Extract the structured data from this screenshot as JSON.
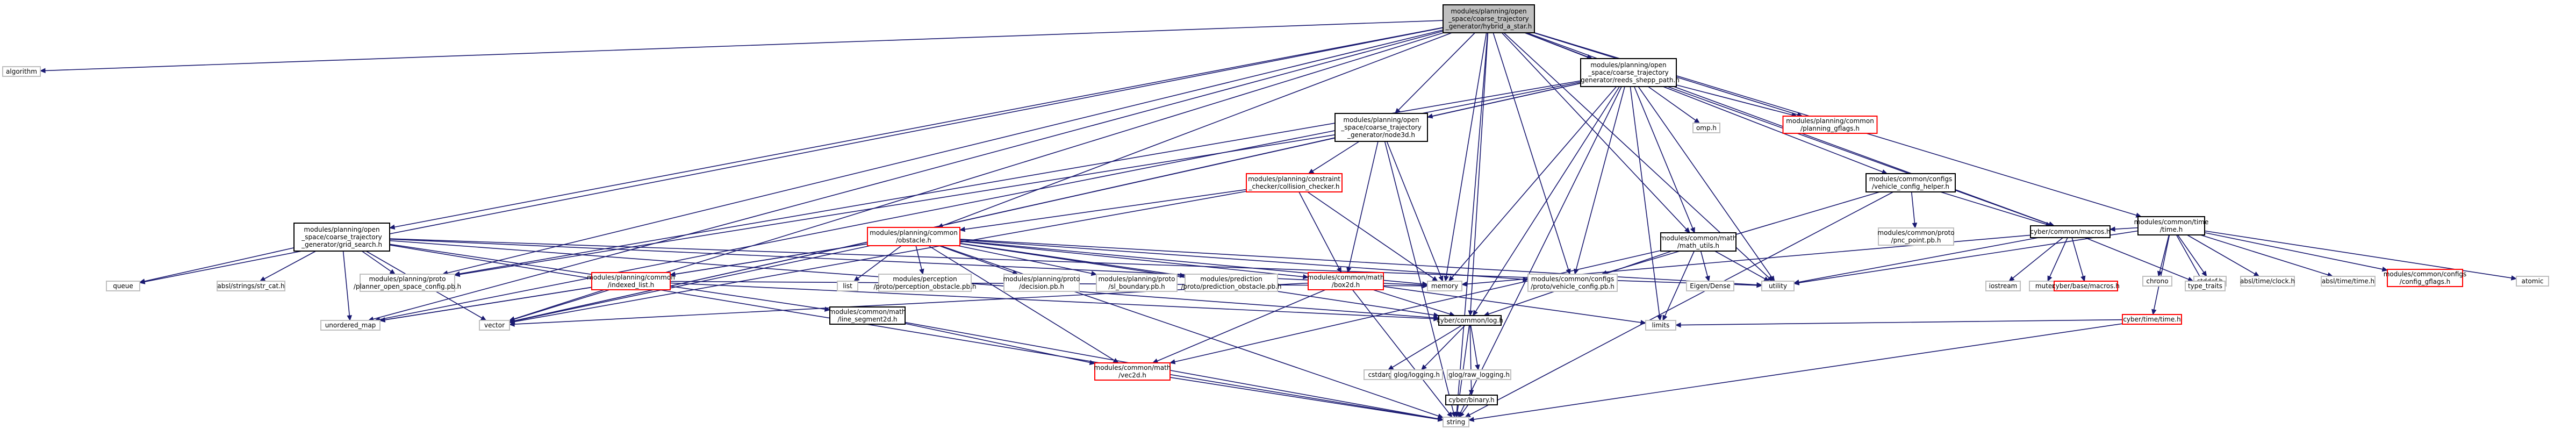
{
  "graph": {
    "colors": {
      "root_fill": "#bfbfbf",
      "node_border": "#000000",
      "undocumented_border": "#ff0000",
      "external_border": "#bfbfbf",
      "edge": "#191970",
      "text": "#000000"
    },
    "nodes": [
      {
        "id": "root",
        "lines": [
          "modules/planning/open",
          "_space/coarse_trajectory",
          "_generator/hybrid_a_star.h"
        ],
        "style": "root"
      },
      {
        "id": "algorithm",
        "lines": [
          "algorithm"
        ],
        "style": "external"
      },
      {
        "id": "reeds_shepp",
        "lines": [
          "modules/planning/open",
          "_space/coarse_trajectory",
          "_generator/reeds_shepp_path.h"
        ],
        "style": "normal"
      },
      {
        "id": "omp",
        "lines": [
          "omp.h"
        ],
        "style": "external"
      },
      {
        "id": "planning_gflags",
        "lines": [
          "modules/planning/common",
          "/planning_gflags.h"
        ],
        "style": "undocumented"
      },
      {
        "id": "node3d",
        "lines": [
          "modules/planning/open",
          "_space/coarse_trajectory",
          "_generator/node3d.h"
        ],
        "style": "normal"
      },
      {
        "id": "collision_checker",
        "lines": [
          "modules/planning/constraint",
          "_checker/collision_checker.h"
        ],
        "style": "undocumented"
      },
      {
        "id": "vehicle_config_helper",
        "lines": [
          "modules/common/configs",
          "/vehicle_config_helper.h"
        ],
        "style": "normal"
      },
      {
        "id": "time_h",
        "lines": [
          "modules/common/time",
          "/time.h"
        ],
        "style": "normal"
      },
      {
        "id": "grid_search",
        "lines": [
          "modules/planning/open",
          "_space/coarse_trajectory",
          "_generator/grid_search.h"
        ],
        "style": "normal"
      },
      {
        "id": "obstacle",
        "lines": [
          "modules/planning/common",
          "/obstacle.h"
        ],
        "style": "undocumented"
      },
      {
        "id": "math_utils",
        "lines": [
          "modules/common/math",
          "/math_utils.h"
        ],
        "style": "normal"
      },
      {
        "id": "pnc_point",
        "lines": [
          "modules/common/proto",
          "/pnc_point.pb.h"
        ],
        "style": "external"
      },
      {
        "id": "cyber_macros",
        "lines": [
          "cyber/common/macros.h"
        ],
        "style": "normal"
      },
      {
        "id": "chrono",
        "lines": [
          "chrono"
        ],
        "style": "external"
      },
      {
        "id": "stddef",
        "lines": [
          "stddef.h"
        ],
        "style": "external"
      },
      {
        "id": "absl_clock",
        "lines": [
          "absl/time/clock.h"
        ],
        "style": "external"
      },
      {
        "id": "absl_time",
        "lines": [
          "absl/time/time.h"
        ],
        "style": "external"
      },
      {
        "id": "config_gflags",
        "lines": [
          "modules/common/configs",
          "/config_gflags.h"
        ],
        "style": "undocumented"
      },
      {
        "id": "atomic",
        "lines": [
          "atomic"
        ],
        "style": "external"
      },
      {
        "id": "queue",
        "lines": [
          "queue"
        ],
        "style": "external"
      },
      {
        "id": "str_cat",
        "lines": [
          "absl/strings/str_cat.h"
        ],
        "style": "external"
      },
      {
        "id": "planner_open_space_config",
        "lines": [
          "modules/planning/proto",
          "/planner_open_space_config.pb.h"
        ],
        "style": "external"
      },
      {
        "id": "indexed_list",
        "lines": [
          "modules/planning/common",
          "/indexed_list.h"
        ],
        "style": "undocumented"
      },
      {
        "id": "list",
        "lines": [
          "list"
        ],
        "style": "external"
      },
      {
        "id": "perception_obstacle",
        "lines": [
          "modules/perception",
          "/proto/perception_obstacle.pb.h"
        ],
        "style": "external"
      },
      {
        "id": "decision_pb",
        "lines": [
          "modules/planning/proto",
          "/decision.pb.h"
        ],
        "style": "external"
      },
      {
        "id": "sl_boundary",
        "lines": [
          "modules/planning/proto",
          "/sl_boundary.pb.h"
        ],
        "style": "external"
      },
      {
        "id": "prediction_obstacle",
        "lines": [
          "modules/prediction",
          "/proto/prediction_obstacle.pb.h"
        ],
        "style": "external"
      },
      {
        "id": "box2d",
        "lines": [
          "modules/common/math",
          "/box2d.h"
        ],
        "style": "undocumented"
      },
      {
        "id": "memory",
        "lines": [
          "memory"
        ],
        "style": "external"
      },
      {
        "id": "vehicle_config_pb",
        "lines": [
          "modules/common/configs",
          "/proto/vehicle_config.pb.h"
        ],
        "style": "external"
      },
      {
        "id": "utility",
        "lines": [
          "utility"
        ],
        "style": "external"
      },
      {
        "id": "eigen",
        "lines": [
          "Eigen/Dense"
        ],
        "style": "external"
      },
      {
        "id": "iostream",
        "lines": [
          "iostream"
        ],
        "style": "external"
      },
      {
        "id": "mutex",
        "lines": [
          "mutex"
        ],
        "style": "external"
      },
      {
        "id": "base_macros",
        "lines": [
          "cyber/base/macros.h"
        ],
        "style": "undocumented"
      },
      {
        "id": "type_traits",
        "lines": [
          "type_traits"
        ],
        "style": "external"
      },
      {
        "id": "cyber_time",
        "lines": [
          "cyber/time/time.h"
        ],
        "style": "undocumented"
      },
      {
        "id": "unordered_map",
        "lines": [
          "unordered_map"
        ],
        "style": "external"
      },
      {
        "id": "vector",
        "lines": [
          "vector"
        ],
        "style": "external"
      },
      {
        "id": "line_segment2d",
        "lines": [
          "modules/common/math",
          "/line_segment2d.h"
        ],
        "style": "normal"
      },
      {
        "id": "cyber_log",
        "lines": [
          "cyber/common/log.h"
        ],
        "style": "normal"
      },
      {
        "id": "limits",
        "lines": [
          "limits"
        ],
        "style": "external"
      },
      {
        "id": "vec2d",
        "lines": [
          "modules/common/math",
          "/vec2d.h"
        ],
        "style": "undocumented"
      },
      {
        "id": "cstdarg",
        "lines": [
          "cstdarg"
        ],
        "style": "external"
      },
      {
        "id": "glog_logging",
        "lines": [
          "glog/logging.h"
        ],
        "style": "external"
      },
      {
        "id": "glog_raw_logging",
        "lines": [
          "glog/raw_logging.h"
        ],
        "style": "external"
      },
      {
        "id": "cyber_binary",
        "lines": [
          "cyber/binary.h"
        ],
        "style": "normal"
      },
      {
        "id": "string",
        "lines": [
          "string"
        ],
        "style": "external"
      }
    ],
    "edges": [
      [
        "root",
        "algorithm"
      ],
      [
        "root",
        "reeds_shepp"
      ],
      [
        "root",
        "node3d"
      ],
      [
        "root",
        "planning_gflags"
      ],
      [
        "root",
        "vehicle_config_helper"
      ],
      [
        "root",
        "time_h"
      ],
      [
        "root",
        "grid_search"
      ],
      [
        "root",
        "obstacle"
      ],
      [
        "root",
        "math_utils"
      ],
      [
        "root",
        "cyber_macros"
      ],
      [
        "root",
        "queue"
      ],
      [
        "root",
        "planner_open_space_config"
      ],
      [
        "root",
        "memory"
      ],
      [
        "root",
        "vehicle_config_pb"
      ],
      [
        "root",
        "utility"
      ],
      [
        "root",
        "unordered_map"
      ],
      [
        "root",
        "vector"
      ],
      [
        "root",
        "cyber_log"
      ],
      [
        "root",
        "string"
      ],
      [
        "reeds_shepp",
        "omp"
      ],
      [
        "reeds_shepp",
        "planning_gflags"
      ],
      [
        "reeds_shepp",
        "node3d"
      ],
      [
        "reeds_shepp",
        "math_utils"
      ],
      [
        "reeds_shepp",
        "planner_open_space_config"
      ],
      [
        "reeds_shepp",
        "cyber_log"
      ],
      [
        "reeds_shepp",
        "cyber_macros"
      ],
      [
        "reeds_shepp",
        "memory"
      ],
      [
        "reeds_shepp",
        "vehicle_config_pb"
      ],
      [
        "reeds_shepp",
        "utility"
      ],
      [
        "reeds_shepp",
        "limits"
      ],
      [
        "reeds_shepp",
        "string"
      ],
      [
        "reeds_shepp",
        "unordered_map"
      ],
      [
        "reeds_shepp",
        "vector"
      ],
      [
        "node3d",
        "collision_checker"
      ],
      [
        "node3d",
        "box2d"
      ],
      [
        "node3d",
        "memory"
      ],
      [
        "node3d",
        "planner_open_space_config"
      ],
      [
        "node3d",
        "vector"
      ],
      [
        "node3d",
        "string"
      ],
      [
        "collision_checker",
        "obstacle"
      ],
      [
        "collision_checker",
        "box2d"
      ],
      [
        "collision_checker",
        "memory"
      ],
      [
        "collision_checker",
        "vector"
      ],
      [
        "vehicle_config_helper",
        "pnc_point"
      ],
      [
        "vehicle_config_helper",
        "vehicle_config_pb"
      ],
      [
        "vehicle_config_helper",
        "cyber_macros"
      ],
      [
        "vehicle_config_helper",
        "string"
      ],
      [
        "time_h",
        "chrono"
      ],
      [
        "time_h",
        "stddef"
      ],
      [
        "time_h",
        "absl_clock"
      ],
      [
        "time_h",
        "absl_time"
      ],
      [
        "time_h",
        "config_gflags"
      ],
      [
        "time_h",
        "atomic"
      ],
      [
        "time_h",
        "cyber_macros"
      ],
      [
        "time_h",
        "cyber_time"
      ],
      [
        "time_h",
        "type_traits"
      ],
      [
        "time_h",
        "utility"
      ],
      [
        "grid_search",
        "str_cat"
      ],
      [
        "grid_search",
        "planner_open_space_config"
      ],
      [
        "grid_search",
        "line_segment2d"
      ],
      [
        "grid_search",
        "memory"
      ],
      [
        "grid_search",
        "queue"
      ],
      [
        "grid_search",
        "unordered_map"
      ],
      [
        "grid_search",
        "vector"
      ],
      [
        "grid_search",
        "utility"
      ],
      [
        "grid_search",
        "string"
      ],
      [
        "grid_search",
        "cyber_log"
      ],
      [
        "obstacle",
        "indexed_list"
      ],
      [
        "obstacle",
        "list"
      ],
      [
        "obstacle",
        "perception_obstacle"
      ],
      [
        "obstacle",
        "decision_pb"
      ],
      [
        "obstacle",
        "sl_boundary"
      ],
      [
        "obstacle",
        "prediction_obstacle"
      ],
      [
        "obstacle",
        "box2d"
      ],
      [
        "obstacle",
        "memory"
      ],
      [
        "obstacle",
        "vehicle_config_pb"
      ],
      [
        "obstacle",
        "unordered_map"
      ],
      [
        "obstacle",
        "vector"
      ],
      [
        "obstacle",
        "utility"
      ],
      [
        "obstacle",
        "string"
      ],
      [
        "obstacle",
        "vec2d"
      ],
      [
        "obstacle",
        "cyber_log"
      ],
      [
        "indexed_list",
        "unordered_map"
      ],
      [
        "indexed_list",
        "vector"
      ],
      [
        "indexed_list",
        "memory"
      ],
      [
        "indexed_list",
        "cyber_log"
      ],
      [
        "math_utils",
        "eigen"
      ],
      [
        "math_utils",
        "vec2d"
      ],
      [
        "math_utils",
        "limits"
      ],
      [
        "math_utils",
        "utility"
      ],
      [
        "math_utils",
        "cyber_log"
      ],
      [
        "cyber_macros",
        "iostream"
      ],
      [
        "cyber_macros",
        "mutex"
      ],
      [
        "cyber_macros",
        "base_macros"
      ],
      [
        "cyber_macros",
        "type_traits"
      ],
      [
        "cyber_macros",
        "memory"
      ],
      [
        "cyber_macros",
        "utility"
      ],
      [
        "box2d",
        "vec2d"
      ],
      [
        "box2d",
        "cyber_log"
      ],
      [
        "box2d",
        "limits"
      ],
      [
        "box2d",
        "vector"
      ],
      [
        "box2d",
        "string"
      ],
      [
        "line_segment2d",
        "vec2d"
      ],
      [
        "line_segment2d",
        "string"
      ],
      [
        "cyber_log",
        "cstdarg"
      ],
      [
        "cyber_log",
        "glog_logging"
      ],
      [
        "cyber_log",
        "glog_raw_logging"
      ],
      [
        "cyber_log",
        "cyber_binary"
      ],
      [
        "cyber_log",
        "string"
      ],
      [
        "cyber_binary",
        "string"
      ],
      [
        "vec2d",
        "string"
      ],
      [
        "cyber_time",
        "limits"
      ],
      [
        "cyber_time",
        "string"
      ]
    ]
  }
}
